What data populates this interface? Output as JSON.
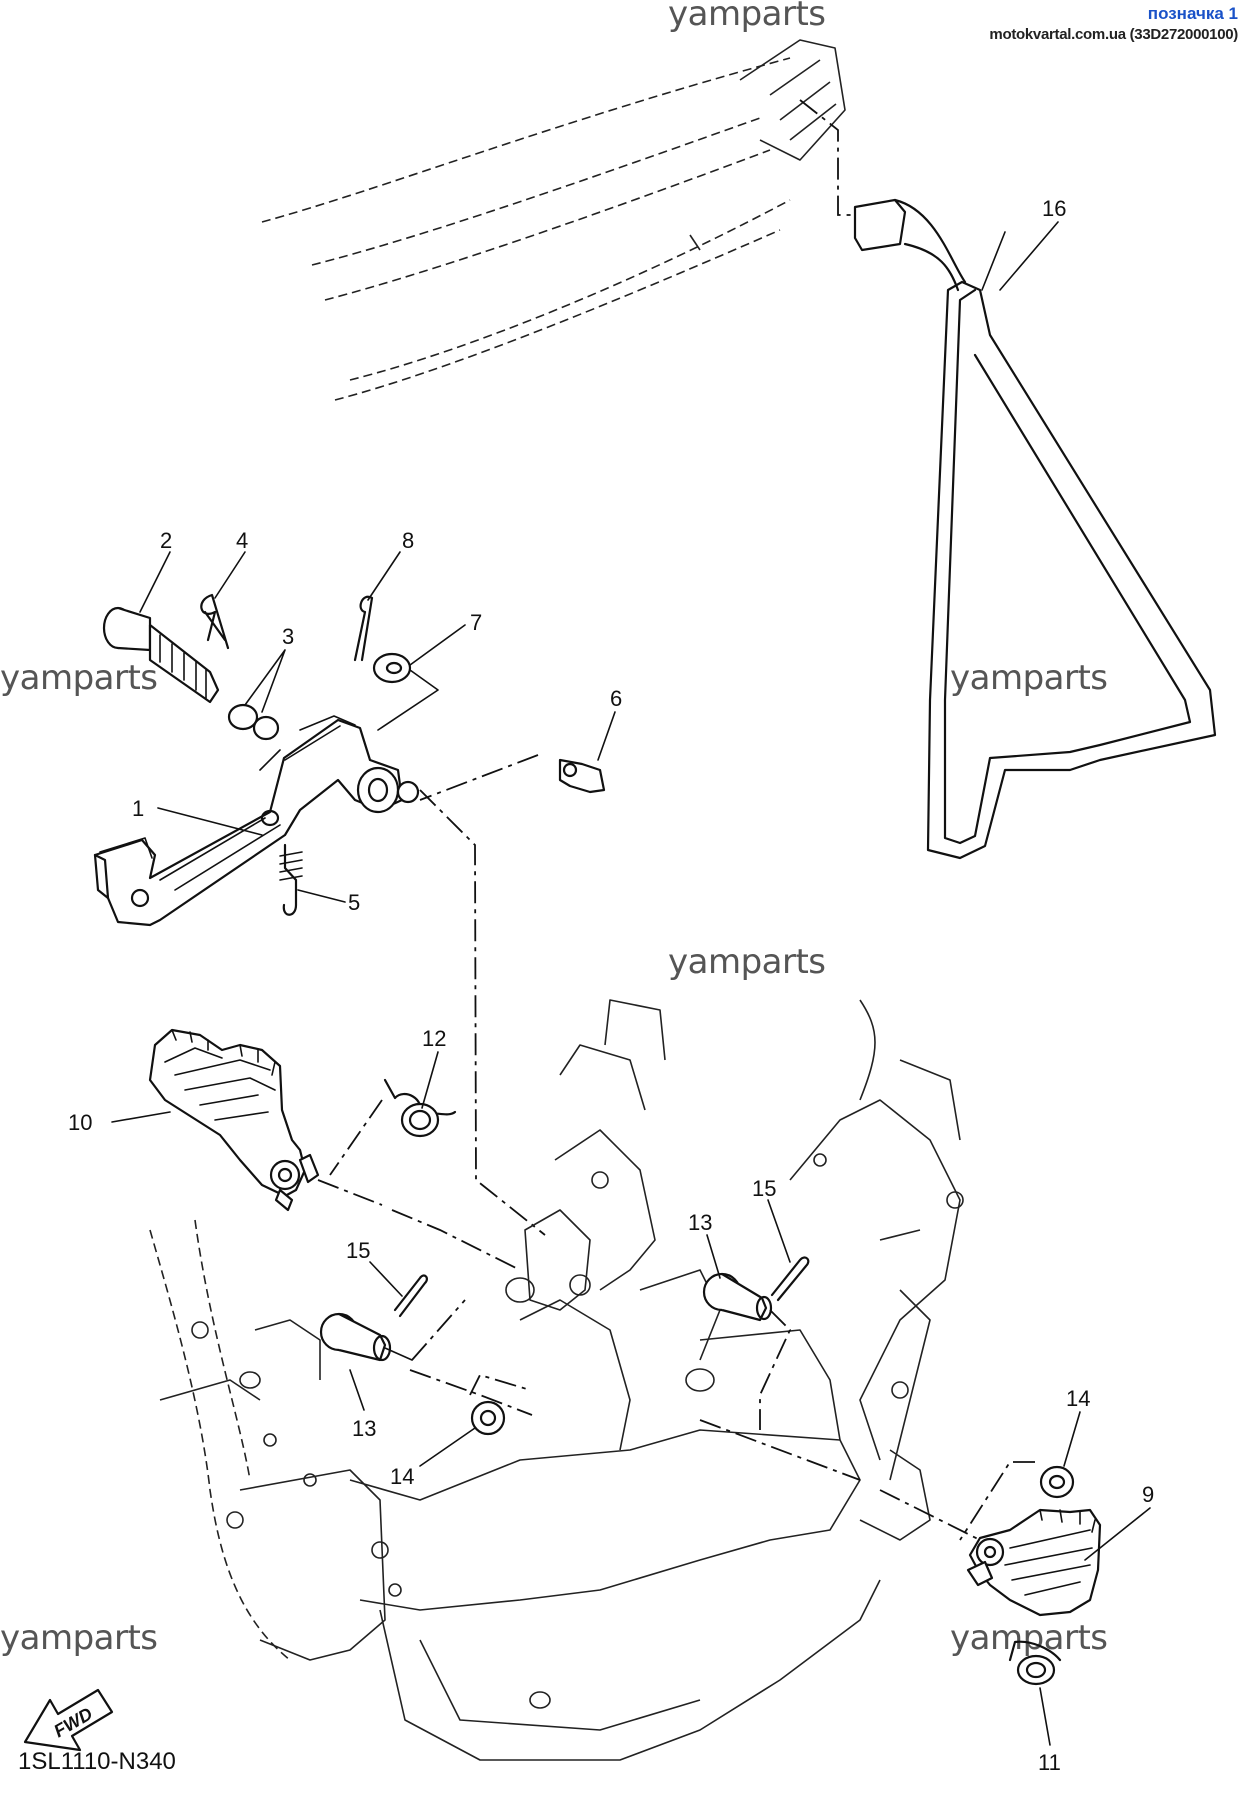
{
  "header": {
    "title": "позначка 1",
    "source": "motokvartal.com.ua (33D272000100)"
  },
  "watermarks": [
    "yamparts",
    "yamparts",
    "yamparts",
    "yamparts",
    "yamparts",
    "yamparts"
  ],
  "diagram_code": "1SL1110-N340",
  "fwd_label": "FWD",
  "callouts": [
    "1",
    "2",
    "3",
    "4",
    "5",
    "6",
    "7",
    "8",
    "9",
    "10",
    "11",
    "12",
    "13",
    "13",
    "14",
    "14",
    "15",
    "15",
    "16"
  ]
}
